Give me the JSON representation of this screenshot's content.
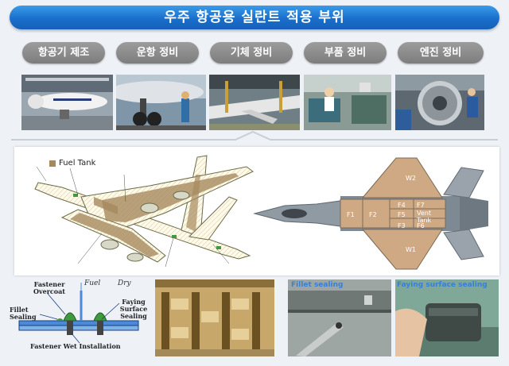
{
  "title": "우주 항공용 실란트 적용 부위",
  "categories": [
    "항공기 제조",
    "운항 정비",
    "기체 정비",
    "부품 정비",
    "엔진 정비"
  ],
  "legend": {
    "label": "Fuel Tank"
  },
  "jet_zones": {
    "w2": "W2",
    "w1": "W1",
    "f1": "F1",
    "f2": "F2",
    "f3": "F3",
    "f4": "F4",
    "f5": "F5",
    "f6": "F6",
    "f7": "F7",
    "vent": "Vent",
    "tank": "Tank"
  },
  "fastener_diagram": {
    "overcoat": "Fastener Overcoat",
    "fillet": "Fillet Sealing",
    "faying": "Faying Surface Sealing",
    "wet": "Fastener Wet Installation",
    "fuel": "Fuel",
    "dry": "Dry"
  },
  "photo_labels": {
    "fillet": "Fillet sealing",
    "faying": "Faying surface sealing"
  },
  "colors": {
    "banner": "#1a6fcc",
    "pill": "#8a8a8a",
    "fuel_tank": "#a68a5e",
    "photo_label": "#3a7fd0"
  }
}
